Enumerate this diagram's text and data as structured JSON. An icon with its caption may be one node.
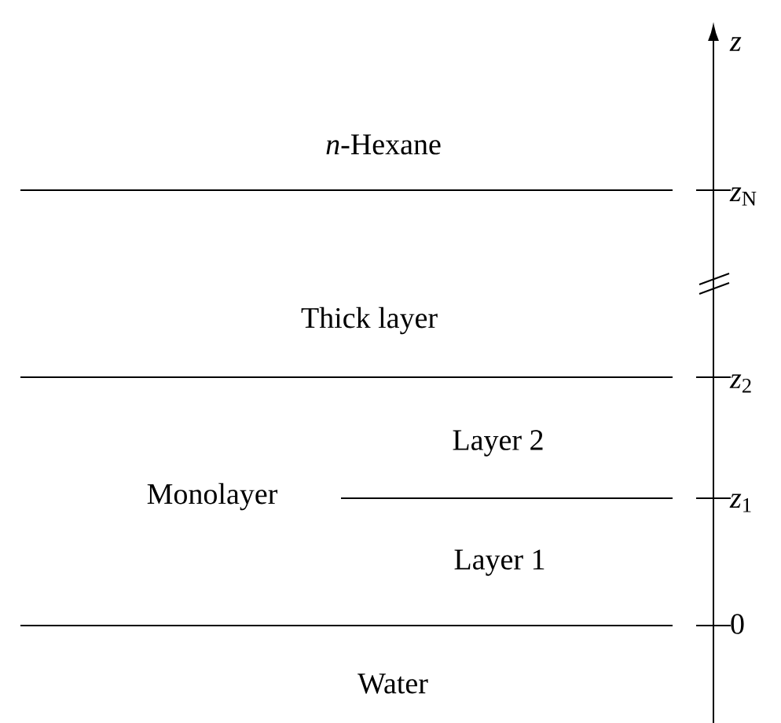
{
  "diagram": {
    "labels": [
      "*z*",
      "*n*-Hexane",
      "*z*$_{N}$",
      "Thick layer",
      "*z*$_{2}$",
      "Layer 2",
      "Monolayer",
      "*z*$_{1}$",
      "Layer 1",
      "0",
      "Water"
    ]
  }
}
